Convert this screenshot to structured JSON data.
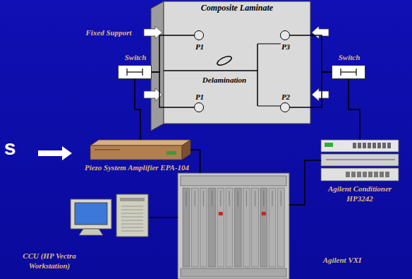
{
  "diagram": {
    "nodes": [
      {
        "text": [
          "Composite Laminate"
        ]
      },
      {
        "text": [
          "P1"
        ],
        "in": 0
      },
      {
        "text": [
          "P3"
        ],
        "in": 0
      },
      {
        "text": [
          "Switch"
        ]
      },
      {
        "text": [
          "Switch"
        ]
      },
      {
        "text": [
          "P1"
        ],
        "in": 0
      },
      {
        "text": [
          "P2"
        ],
        "in": 0
      },
      {
        "text": [
          "Piezo System Amplifier EPA-104"
        ]
      },
      {
        "text": [
          "Agilent Conditioner HP3242"
        ]
      },
      {
        "text": [
          "CCU (HP Vectra Workstation)"
        ]
      },
      {
        "text": [
          "Agilent VXI"
        ]
      }
    ],
    "edges": [
      {
        "from": 3,
        "to": 1,
        "arrow": "none"
      },
      {
        "from": 3,
        "to": 5,
        "arrow": "none"
      },
      {
        "from": 4,
        "to": 2,
        "arrow": "none"
      },
      {
        "from": 4,
        "to": 6,
        "arrow": "none"
      },
      {
        "from": 3,
        "to": 7,
        "arrow": "none"
      },
      {
        "from": 4,
        "to": 8,
        "arrow": "none"
      },
      {
        "from": 7,
        "to": 10,
        "arrow": "none"
      },
      {
        "from": 8,
        "to": 10,
        "arrow": "none"
      },
      {
        "from": 9,
        "to": 10,
        "arrow": "none"
      }
    ],
    "labels": [
      "Fixed Support",
      "Delamination",
      "s"
    ]
  }
}
